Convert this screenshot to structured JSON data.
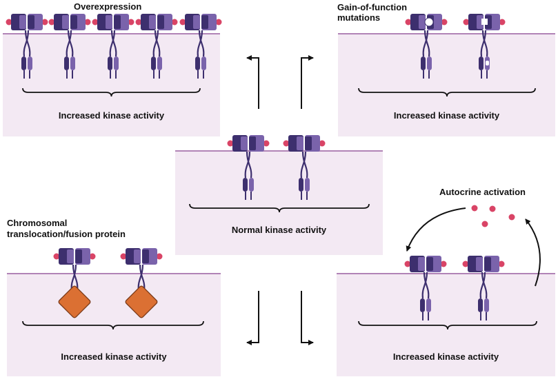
{
  "colors": {
    "panel_bg": "#f3e9f3",
    "membrane": "#b183b6",
    "receptor_dark": "#3d2f6e",
    "receptor_light": "#7a63ab",
    "ligand": "#d94466",
    "fusion_protein": "#db7033",
    "arrow": "#111111"
  },
  "panels": {
    "overexpression": {
      "title": "Overexpression",
      "caption": "Increased kinase activity",
      "receptor_count": 5
    },
    "gain_of_function": {
      "title_line1": "Gain-of-function",
      "title_line2": "mutations",
      "caption": "Increased kinase activity",
      "receptor_count": 2
    },
    "normal": {
      "caption": "Normal kinase activity",
      "receptor_count": 2
    },
    "fusion": {
      "title_line1": "Chromosomal",
      "title_line2": "translocation/fusion protein",
      "caption": "Increased kinase activity",
      "receptor_count": 2
    },
    "autocrine": {
      "title": "Autocrine activation",
      "caption": "Increased kinase activity",
      "receptor_count": 2,
      "free_ligand_count": 4
    }
  }
}
